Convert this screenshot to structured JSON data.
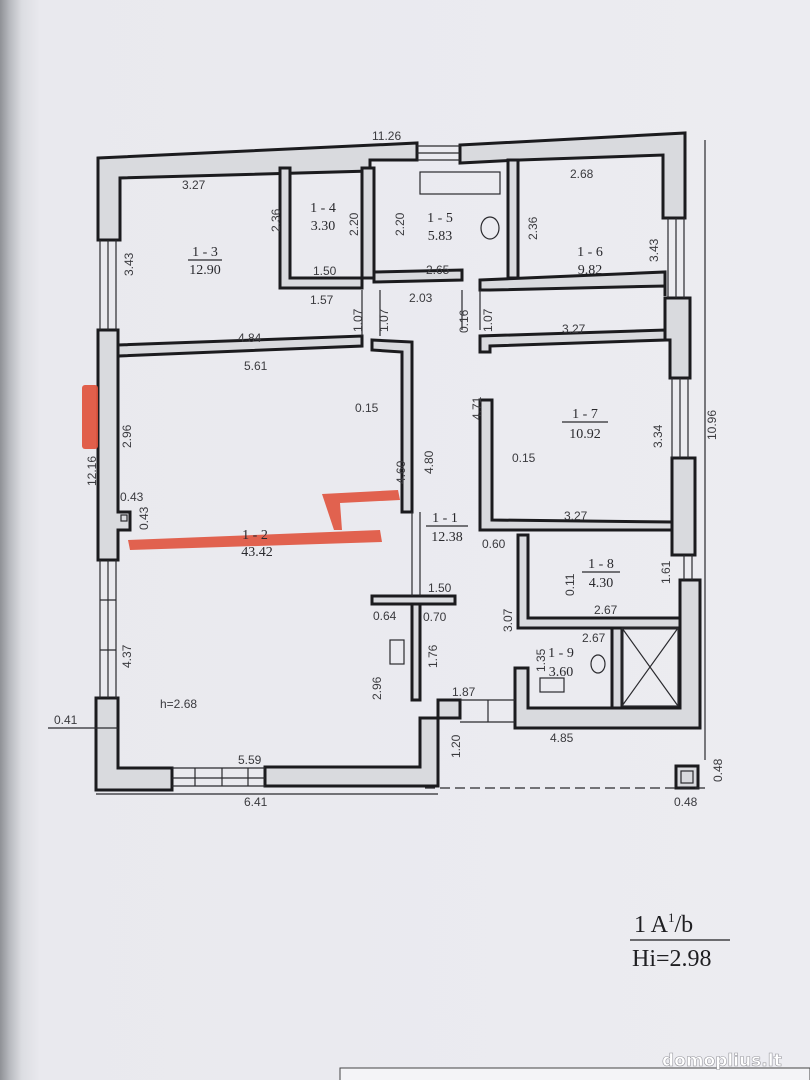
{
  "rooms": [
    {
      "id": "1-1",
      "label": "1 - 1",
      "area": "12.38"
    },
    {
      "id": "1-2",
      "label": "1 - 2",
      "area": "43.42"
    },
    {
      "id": "1-3",
      "label": "1 - 3",
      "area": "12.90"
    },
    {
      "id": "1-4",
      "label": "1 - 4",
      "area": "3.30"
    },
    {
      "id": "1-5",
      "label": "1 - 5",
      "area": "5.83"
    },
    {
      "id": "1-6",
      "label": "1 - 6",
      "area": "9.82"
    },
    {
      "id": "1-7",
      "label": "1 - 7",
      "area": "10.92"
    },
    {
      "id": "1-8",
      "label": "1 - 8",
      "area": "4.30"
    },
    {
      "id": "1-9",
      "label": "1 - 9",
      "area": "3.60"
    }
  ],
  "dimensions": {
    "top_total": "11.26",
    "r13_top": "3.27",
    "r13_left": "3.43",
    "r14_left": "2.36",
    "r14_right": "2.20",
    "r14_bottom": "1.50",
    "r15_left": "2.20",
    "r15_bottom": "2.65",
    "r15_right": "2.36",
    "r16_top": "2.68",
    "r16_right": "3.43",
    "below_13": "1.57",
    "below_15": "2.03",
    "corr_a": "1.07",
    "corr_b": "1.07",
    "corr_c": "0.16",
    "corr_d": "1.07",
    "upper_wall": "4.84",
    "r12_top": "5.61",
    "r17_top": "3.27",
    "r12_left": "2.96",
    "wall_015a": "0.15",
    "hall_460": "4.60",
    "hall_480": "4.80",
    "r17_left": "4.71",
    "wall_015b": "0.15",
    "r17_right": "3.34",
    "right_total": "10.96",
    "left_total": "12.16",
    "niche_a": "0.43",
    "niche_b": "0.43",
    "r17_bottom": "3.27",
    "wall_060": "0.60",
    "step_150": "1.50",
    "wall_064": "0.64",
    "wall_070": "0.70",
    "r18_011": "0.11",
    "r18_161": "1.61",
    "r18_bottom": "2.67",
    "r19_left": "3.07",
    "r19_top": "2.67",
    "r19_135": "1.35",
    "r12_437": "4.37",
    "height_note": "h=2.68",
    "closet_176": "1.76",
    "closet_296": "2.96",
    "entry_187": "1.87",
    "bottom_right": "4.85",
    "wall_041": "0.41",
    "r12_bottom": "5.59",
    "total_bottom": "6.41",
    "entry_120": "1.20",
    "pillar_w": "0.48",
    "pillar_h": "0.48"
  },
  "sheet_label": {
    "line1": "1 A",
    "sup": "1",
    "line1_suffix": "/b",
    "line2": "Hi=2.98"
  },
  "watermark": "domoplius.lt",
  "colors": {
    "highlight": "#e0533d",
    "wall_stroke": "#1b1b1e",
    "paper": "#ececf1"
  }
}
